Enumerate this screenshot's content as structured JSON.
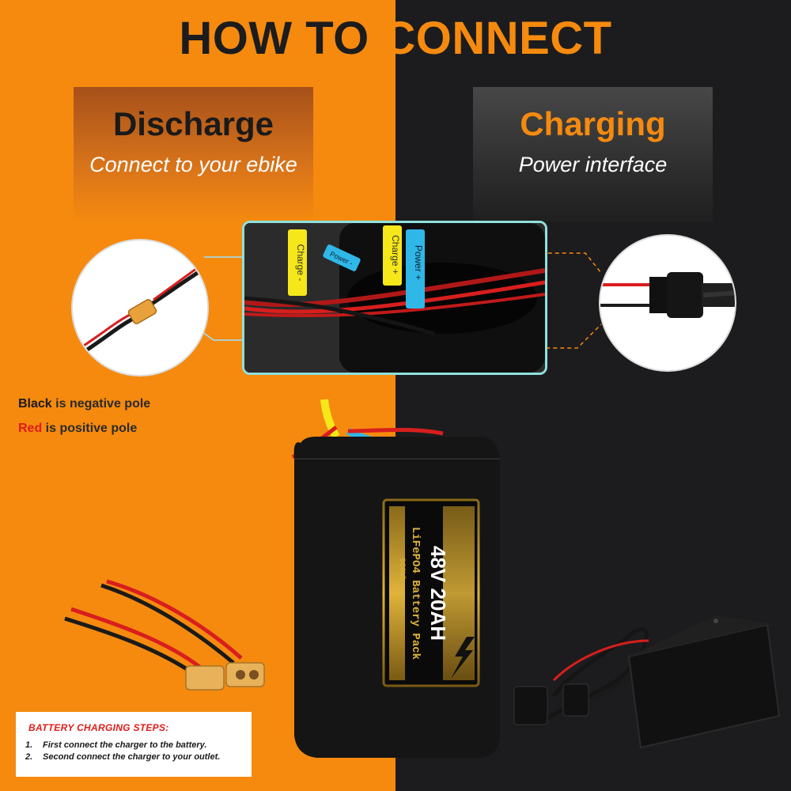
{
  "headline": {
    "part1": "HOW TO ",
    "part2": "CONNECT"
  },
  "discharge": {
    "title": "Discharge",
    "subtitle": "Connect to your ebike"
  },
  "charging": {
    "title": "Charging",
    "subtitle": "Power interface"
  },
  "legend": {
    "black_key": "Black",
    "black_text": " is negative pole",
    "red_key": "Red",
    "red_text": " is positive pole"
  },
  "wire_tags": {
    "charge_minus": "Charge -",
    "charge_plus": "Charge +",
    "power_plus": "Power +",
    "power_minus": "Power -"
  },
  "battery": {
    "voltage_capacity": "48V 20AH",
    "type": "LiFePO4 Battery Pack",
    "energy": "960Wh"
  },
  "steps": {
    "title": "BATTERY CHARGING STEPS:",
    "items": [
      {
        "num": "1.",
        "text": "First connect the charger to the battery."
      },
      {
        "num": "2.",
        "text": "Second connect the charger to your outlet."
      }
    ]
  },
  "colors": {
    "orange": "#f58a0f",
    "dark": "#1c1c1e",
    "red_wire": "#e01b1b",
    "label_yellow": "#f5e71a",
    "label_blue": "#2fb7e8",
    "frame_teal": "#8fe0dc"
  }
}
